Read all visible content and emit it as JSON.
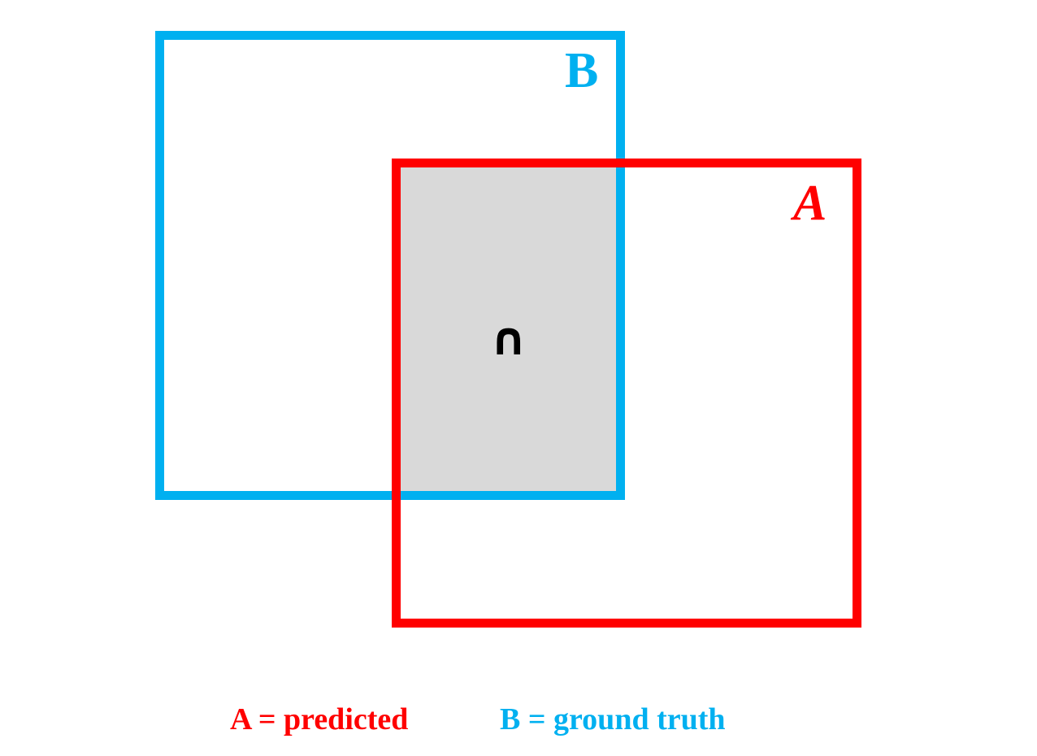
{
  "colors": {
    "predicted": "#FF0000",
    "ground_truth": "#00B0F0",
    "intersection": "#D9D9D9"
  },
  "labels": {
    "a": "A",
    "b": "B",
    "intersection_symbol": "∩"
  },
  "legend": {
    "a": "A = predicted",
    "b": "B = ground truth"
  }
}
